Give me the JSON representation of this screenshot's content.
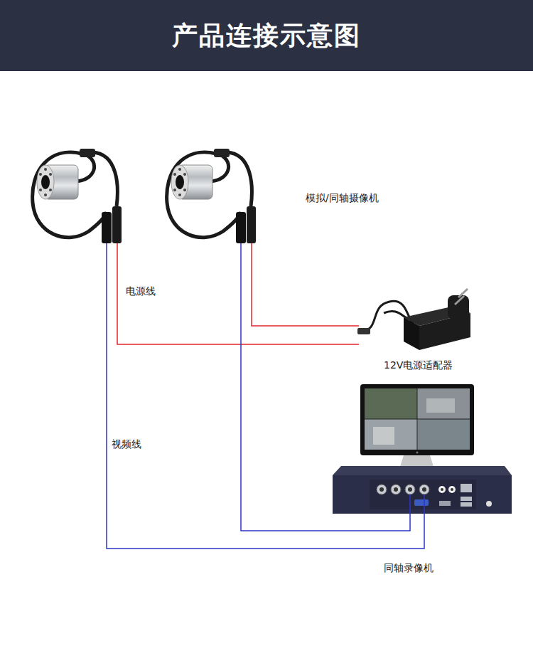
{
  "diagram": {
    "title": "产品连接示意图",
    "nodes": [
      {
        "text": [
          "模拟/同轴摄像机"
        ]
      },
      {
        "text": [
          "12V电源适配器"
        ]
      },
      {
        "text": [
          "同轴录像机"
        ]
      }
    ],
    "edges": [
      {
        "from": 0,
        "to": 1,
        "arrow": "none",
        "label": "电源线"
      },
      {
        "from": 0,
        "to": 1,
        "arrow": "none"
      },
      {
        "from": 0,
        "to": 2,
        "arrow": "none",
        "label": "视频线"
      },
      {
        "from": 0,
        "to": 2,
        "arrow": "none"
      }
    ]
  }
}
